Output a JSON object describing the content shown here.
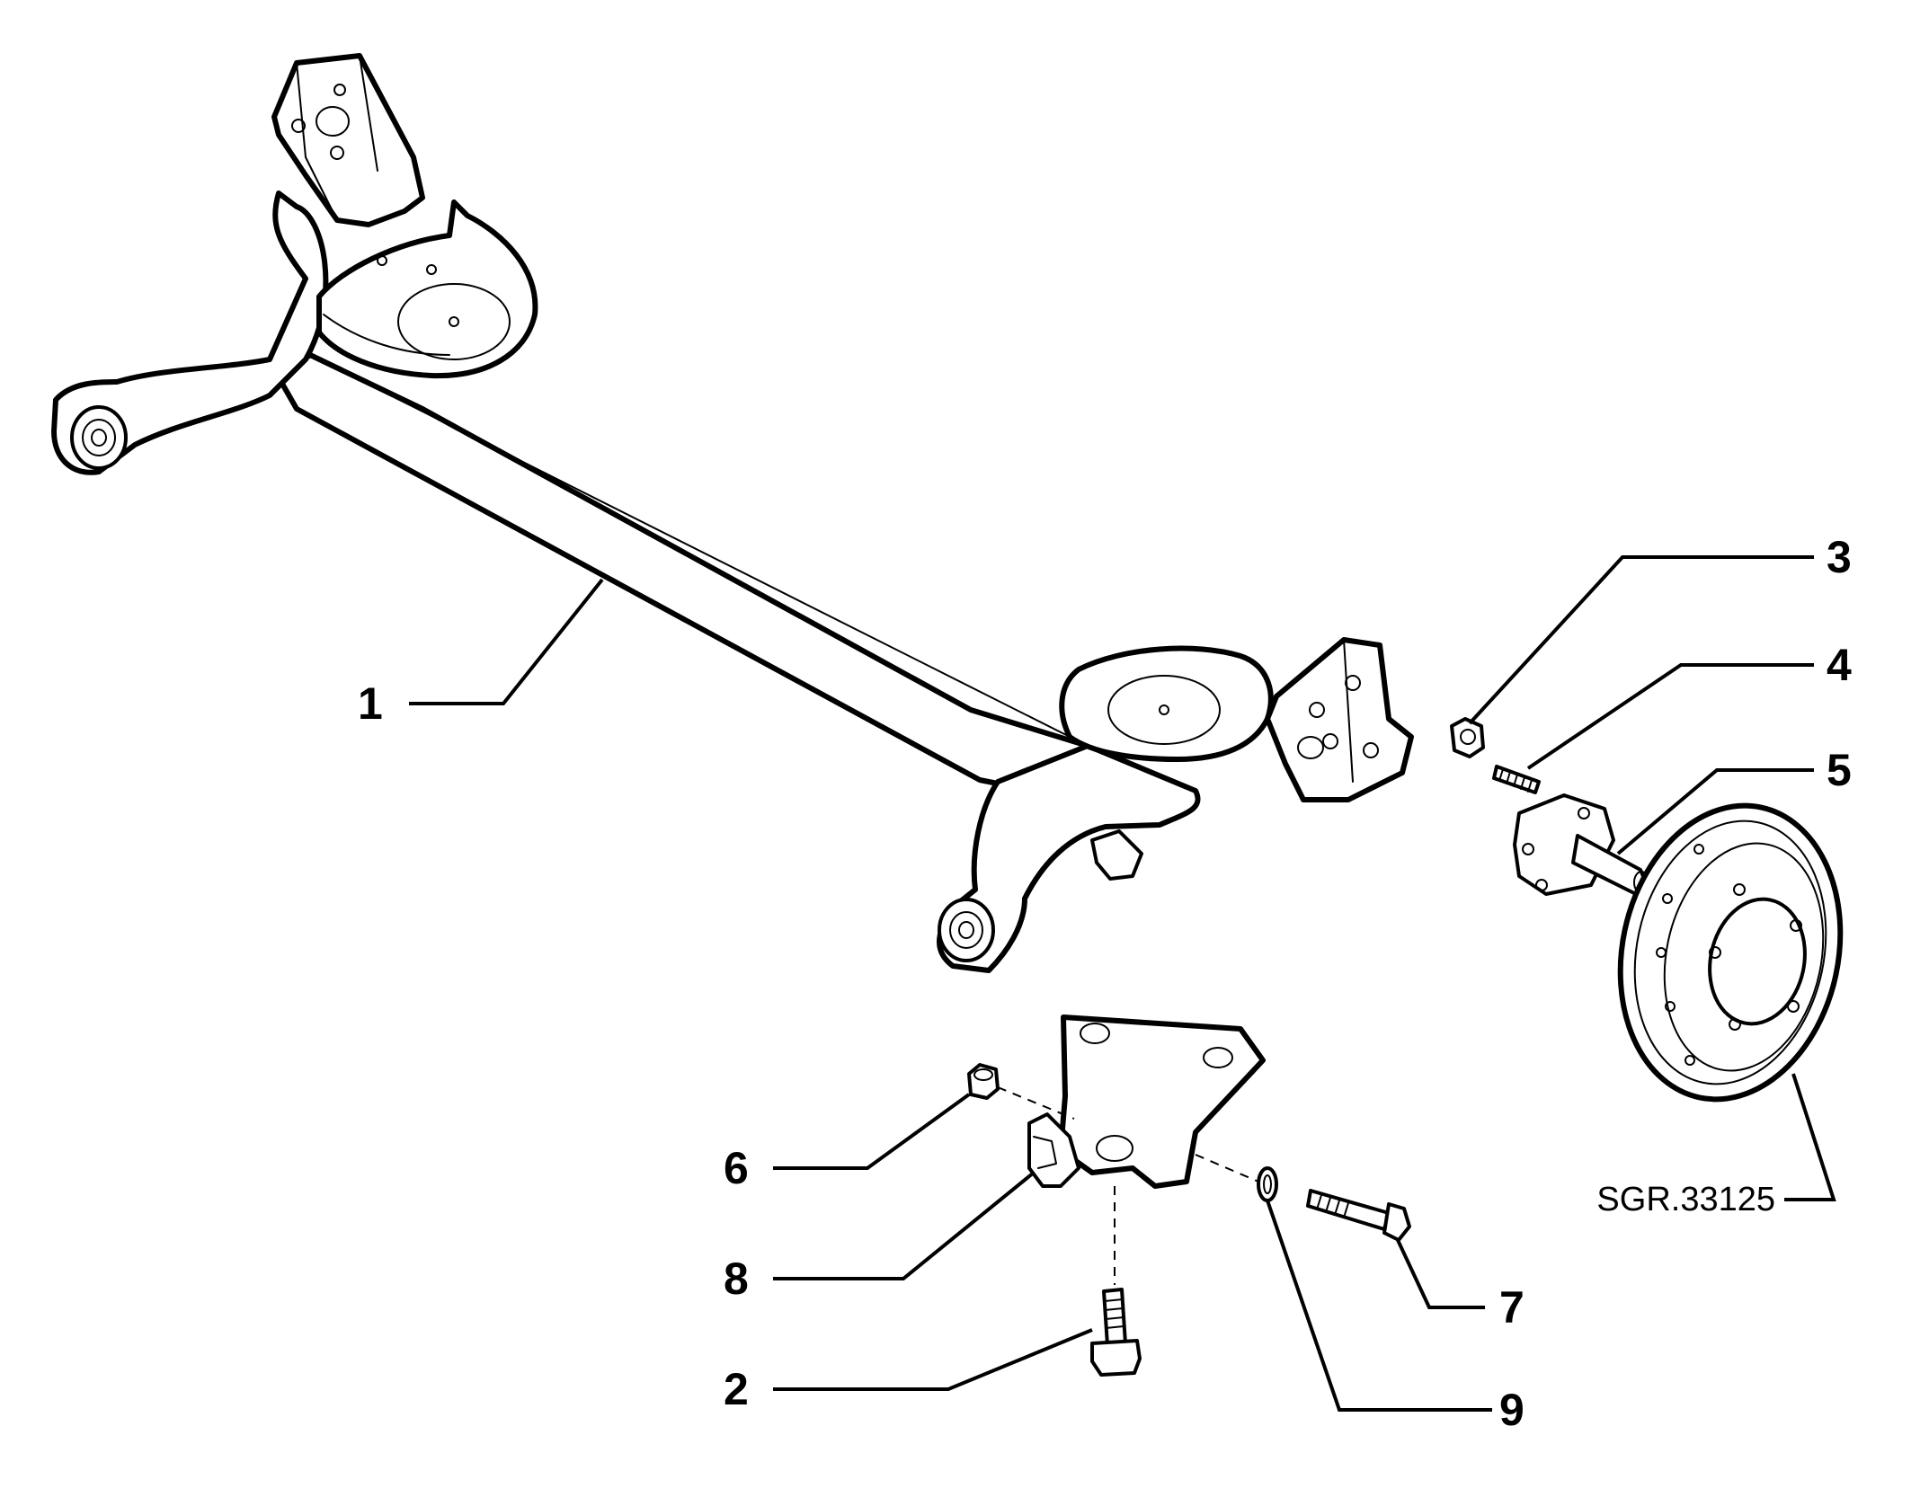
{
  "callouts": {
    "c1": "1",
    "c2": "2",
    "c3": "3",
    "c4": "4",
    "c5": "5",
    "c6": "6",
    "c7": "7",
    "c8": "8",
    "c9": "9"
  },
  "reference_code": "SGR.33125"
}
